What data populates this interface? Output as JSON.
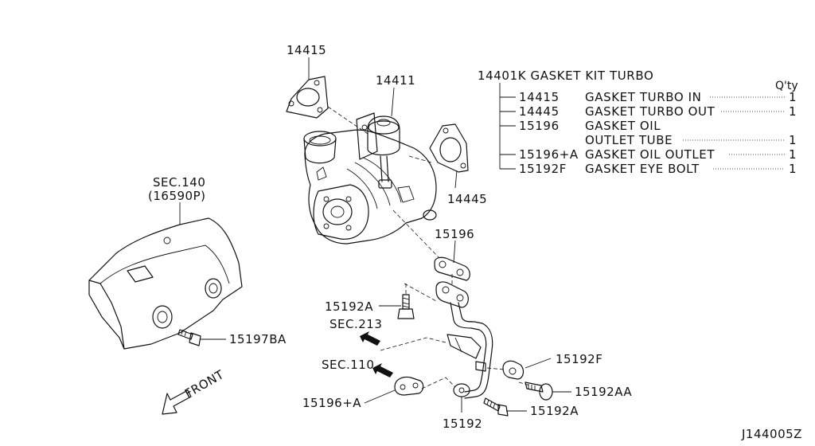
{
  "callouts": {
    "c14415": "14415",
    "c14411": "14411",
    "c14445": "14445",
    "c15196": "15196",
    "c15192A_top": "15192A",
    "c15192F": "15192F",
    "c15192AA": "15192AA",
    "c15192A_bottom": "15192A",
    "c15192": "15192",
    "c15196A": "15196+A",
    "c15197BA": "15197BA",
    "sec140": "SEC.140",
    "sec140_sub": "(16590P)",
    "sec213": "SEC.213",
    "sec110": "SEC.110",
    "front": "FRONT"
  },
  "kit": {
    "header": "14401K GASKET KIT TURBO",
    "qty_header": "Q'ty",
    "items": [
      {
        "part": "14415",
        "name": "GASKET TURBO IN",
        "qty": "1"
      },
      {
        "part": "14445",
        "name": "GASKET TURBO OUT",
        "qty": "1"
      },
      {
        "part": "15196",
        "name": "GASKET OIL",
        "name2": "OUTLET TUBE",
        "qty": "1"
      },
      {
        "part": "15196+A",
        "name": "GASKET OIL OUTLET",
        "qty": "1"
      },
      {
        "part": "15192F",
        "name": "GASKET EYE BOLT",
        "qty": "1"
      }
    ]
  },
  "diagram_id": "J144005Z"
}
